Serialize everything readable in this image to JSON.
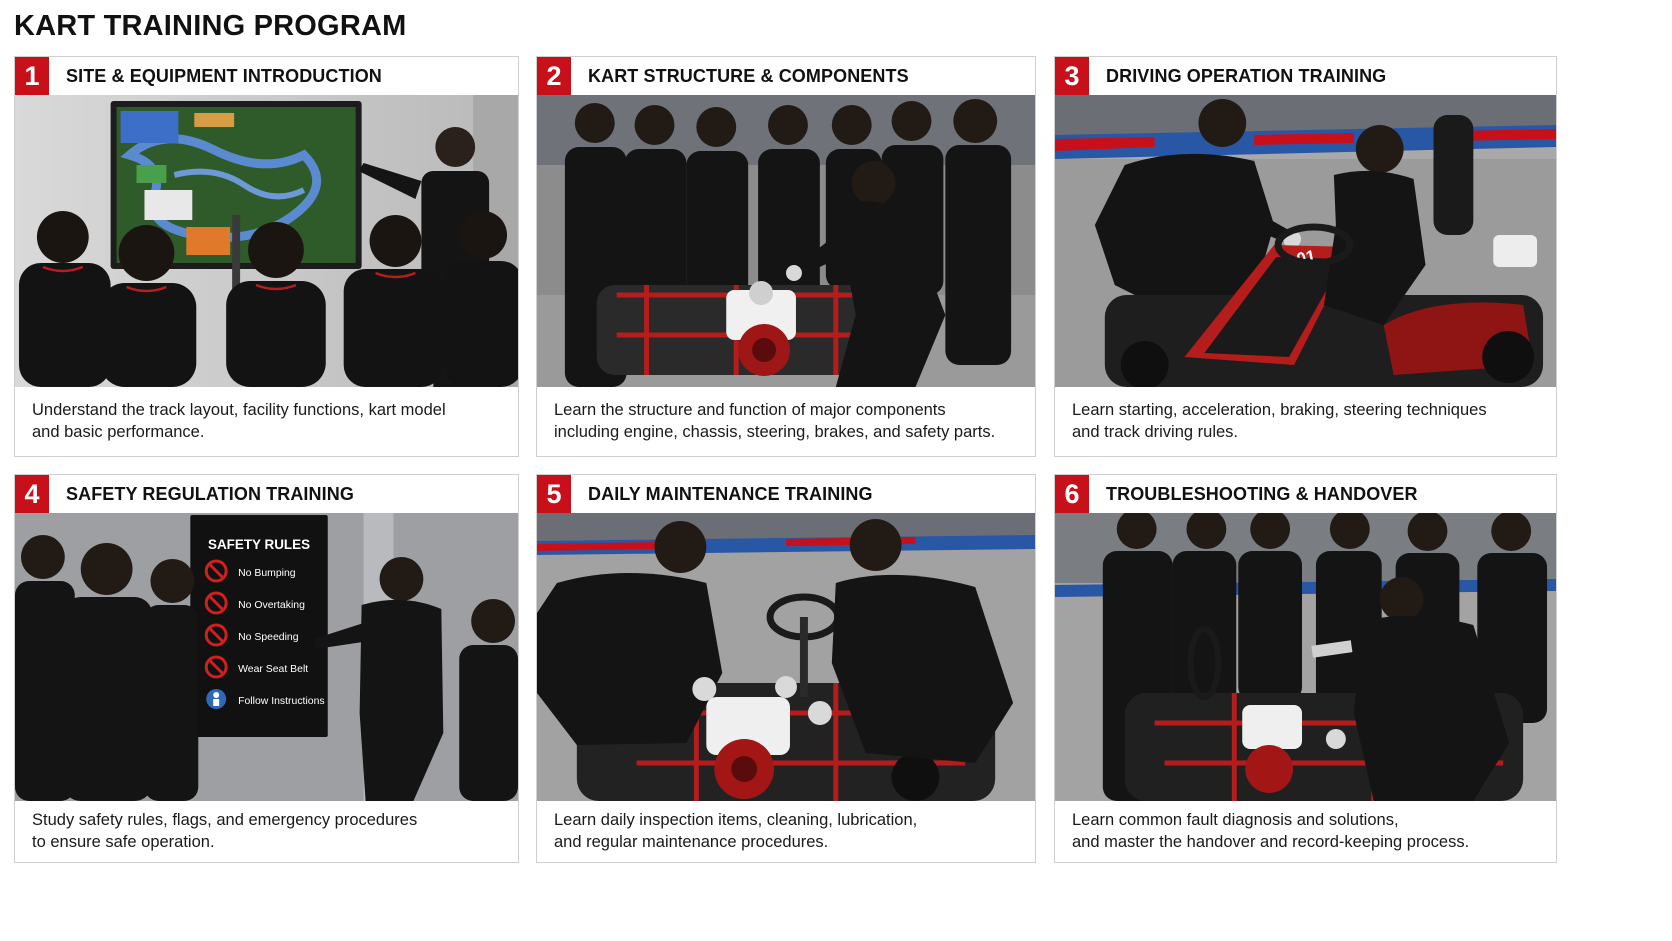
{
  "page": {
    "title": "KART TRAINING PROGRAM"
  },
  "colors": {
    "accent": "#c8101a",
    "uniform": "#141414",
    "frame": "#b51c1c"
  },
  "cards": [
    {
      "num": "1",
      "title": "SITE & EQUIPMENT INTRODUCTION",
      "desc": [
        "Understand the track layout, facility functions, kart model",
        "and basic performance."
      ]
    },
    {
      "num": "2",
      "title": "KART STRUCTURE & COMPONENTS",
      "desc": [
        "Learn the structure and function of major components",
        "including engine, chassis, steering, brakes, and safety parts."
      ]
    },
    {
      "num": "3",
      "title": "DRIVING OPERATION TRAINING",
      "kart_number": "01",
      "desc": [
        "Learn starting, acceleration, braking, steering techniques",
        "and track driving rules."
      ]
    },
    {
      "num": "4",
      "title": "SAFETY REGULATION TRAINING",
      "sign": {
        "title": "SAFETY RULES",
        "rules": [
          {
            "label": "No Bumping",
            "icon": "no-symbol-icon"
          },
          {
            "label": "No Overtaking",
            "icon": "no-symbol-icon"
          },
          {
            "label": "No Speeding",
            "icon": "no-symbol-icon"
          },
          {
            "label": "Wear Seat Belt",
            "icon": "no-symbol-icon"
          },
          {
            "label": "Follow Instructions",
            "icon": "person-info-icon"
          }
        ]
      },
      "desc": [
        "Study safety rules, flags, and emergency procedures",
        "to ensure safe operation."
      ]
    },
    {
      "num": "5",
      "title": "DAILY MAINTENANCE TRAINING",
      "desc": [
        "Learn daily inspection items, cleaning, lubrication,",
        "and regular maintenance procedures."
      ]
    },
    {
      "num": "6",
      "title": "TROUBLESHOOTING & HANDOVER",
      "desc": [
        "Learn common fault diagnosis and solutions,",
        "and master the handover and record-keeping process."
      ]
    }
  ]
}
